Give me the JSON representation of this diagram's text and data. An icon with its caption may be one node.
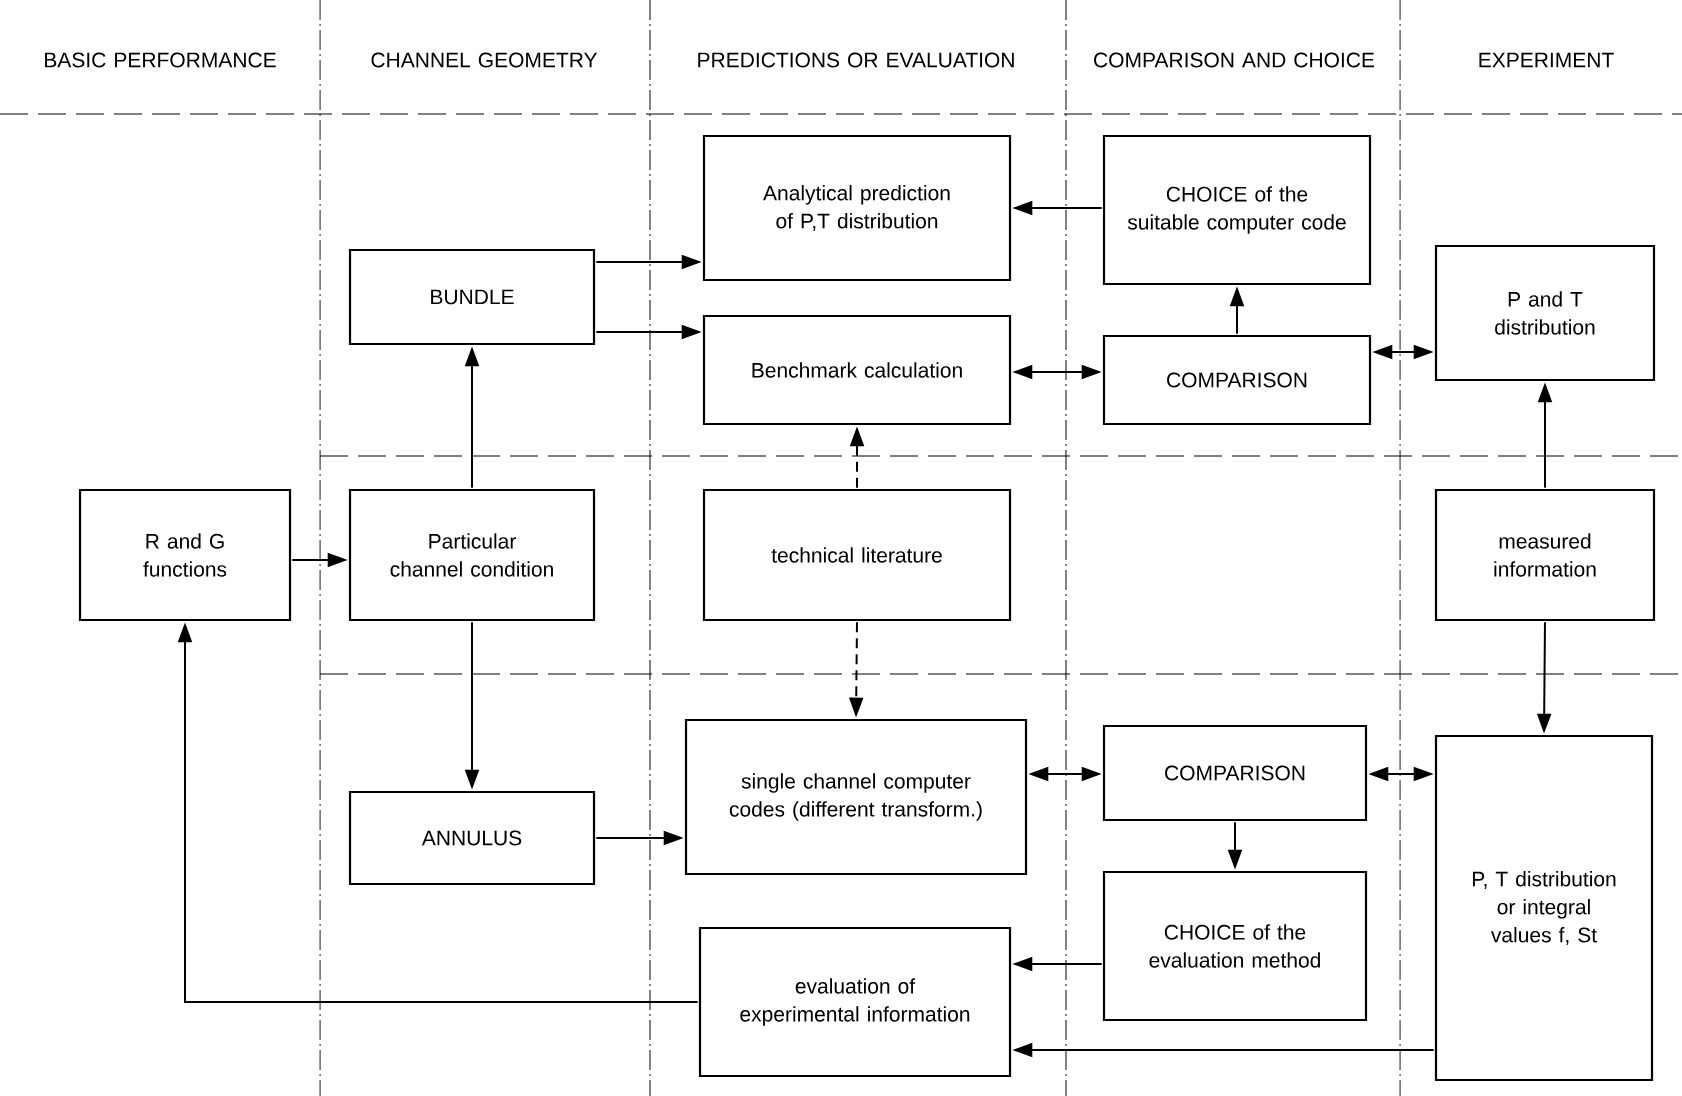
{
  "diagram": {
    "nodes": [
      {
        "text": [
          "R and G functions"
        ]
      },
      {
        "text": [
          "BUNDLE"
        ]
      },
      {
        "text": [
          "Analytical prediction of P,T distribution"
        ]
      },
      {
        "text": [
          "Benchmark calculation"
        ]
      },
      {
        "text": [
          "CHOICE of the suitable computer code"
        ]
      },
      {
        "text": [
          "COMPARISON"
        ]
      },
      {
        "text": [
          "P and T distribution"
        ]
      },
      {
        "text": [
          "Particular channel condition"
        ]
      },
      {
        "text": [
          "technical literature"
        ]
      },
      {
        "text": [
          "measured information"
        ]
      },
      {
        "text": [
          "single channel computer codes (different transform.)"
        ]
      },
      {
        "text": [
          "ANNULUS"
        ]
      },
      {
        "text": [
          "COMPARISON"
        ]
      },
      {
        "text": [
          "P, T distribution or integral values f, St"
        ]
      },
      {
        "text": [
          "CHOICE of the evaluation method"
        ]
      },
      {
        "text": [
          "evaluation of experimental information"
        ]
      }
    ],
    "edges": [
      {
        "from": 0,
        "to": 7,
        "arrow": "to"
      },
      {
        "from": 7,
        "to": 1,
        "arrow": "to"
      },
      {
        "from": 7,
        "to": 11,
        "arrow": "to"
      },
      {
        "from": 1,
        "to": 2,
        "arrow": "to"
      },
      {
        "from": 1,
        "to": 3,
        "arrow": "to"
      },
      {
        "from": 4,
        "to": 2,
        "arrow": "to"
      },
      {
        "from": 5,
        "to": 4,
        "arrow": "to"
      },
      {
        "from": 3,
        "to": 5,
        "arrow": "both"
      },
      {
        "from": 5,
        "to": 6,
        "arrow": "both"
      },
      {
        "from": 9,
        "to": 6,
        "arrow": "to"
      },
      {
        "from": 8,
        "to": 3,
        "arrow": "to",
        "style": "dashed"
      },
      {
        "from": 8,
        "to": 10,
        "arrow": "to",
        "style": "dashed"
      },
      {
        "from": 11,
        "to": 10,
        "arrow": "to"
      },
      {
        "from": 10,
        "to": 12,
        "arrow": "both"
      },
      {
        "from": 12,
        "to": 13,
        "arrow": "both"
      },
      {
        "from": 9,
        "to": 13,
        "arrow": "to"
      },
      {
        "from": 12,
        "to": 14,
        "arrow": "to"
      },
      {
        "from": 14,
        "to": 15,
        "arrow": "to"
      },
      {
        "from": 13,
        "to": 15,
        "arrow": "to"
      },
      {
        "from": 15,
        "to": 0,
        "arrow": "to"
      }
    ],
    "labels": [
      "BASIC PERFORMANCE",
      "CHANNEL GEOMETRY",
      "PREDICTIONS OR EVALUATION",
      "COMPARISON AND CHOICE",
      "EXPERIMENT"
    ]
  }
}
